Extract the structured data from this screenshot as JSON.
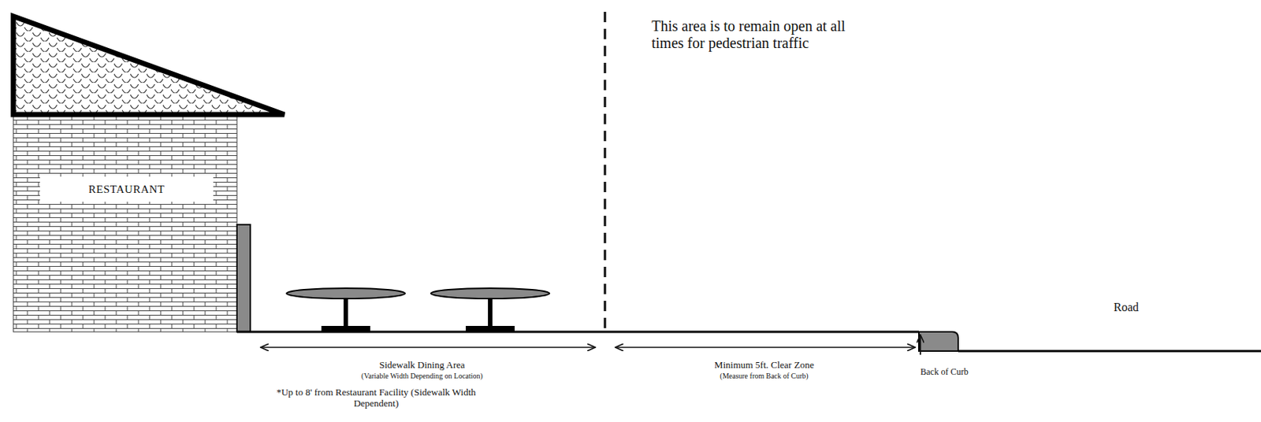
{
  "diagram": {
    "nodes": [
      {
        "text": [
          "RESTAURANT"
        ]
      }
    ],
    "labels": [
      "This area is to remain open at all times for pedestrian traffic",
      "Sidewalk Dining Area",
      "(Variable Width Depending on Location)",
      "*Up to 8' from Restaurant Facility (Sidewalk Width Dependent)",
      "Minimum 5ft. Clear Zone",
      "(Measure from Back of Curb)",
      "Back of Curb",
      "Road"
    ]
  }
}
